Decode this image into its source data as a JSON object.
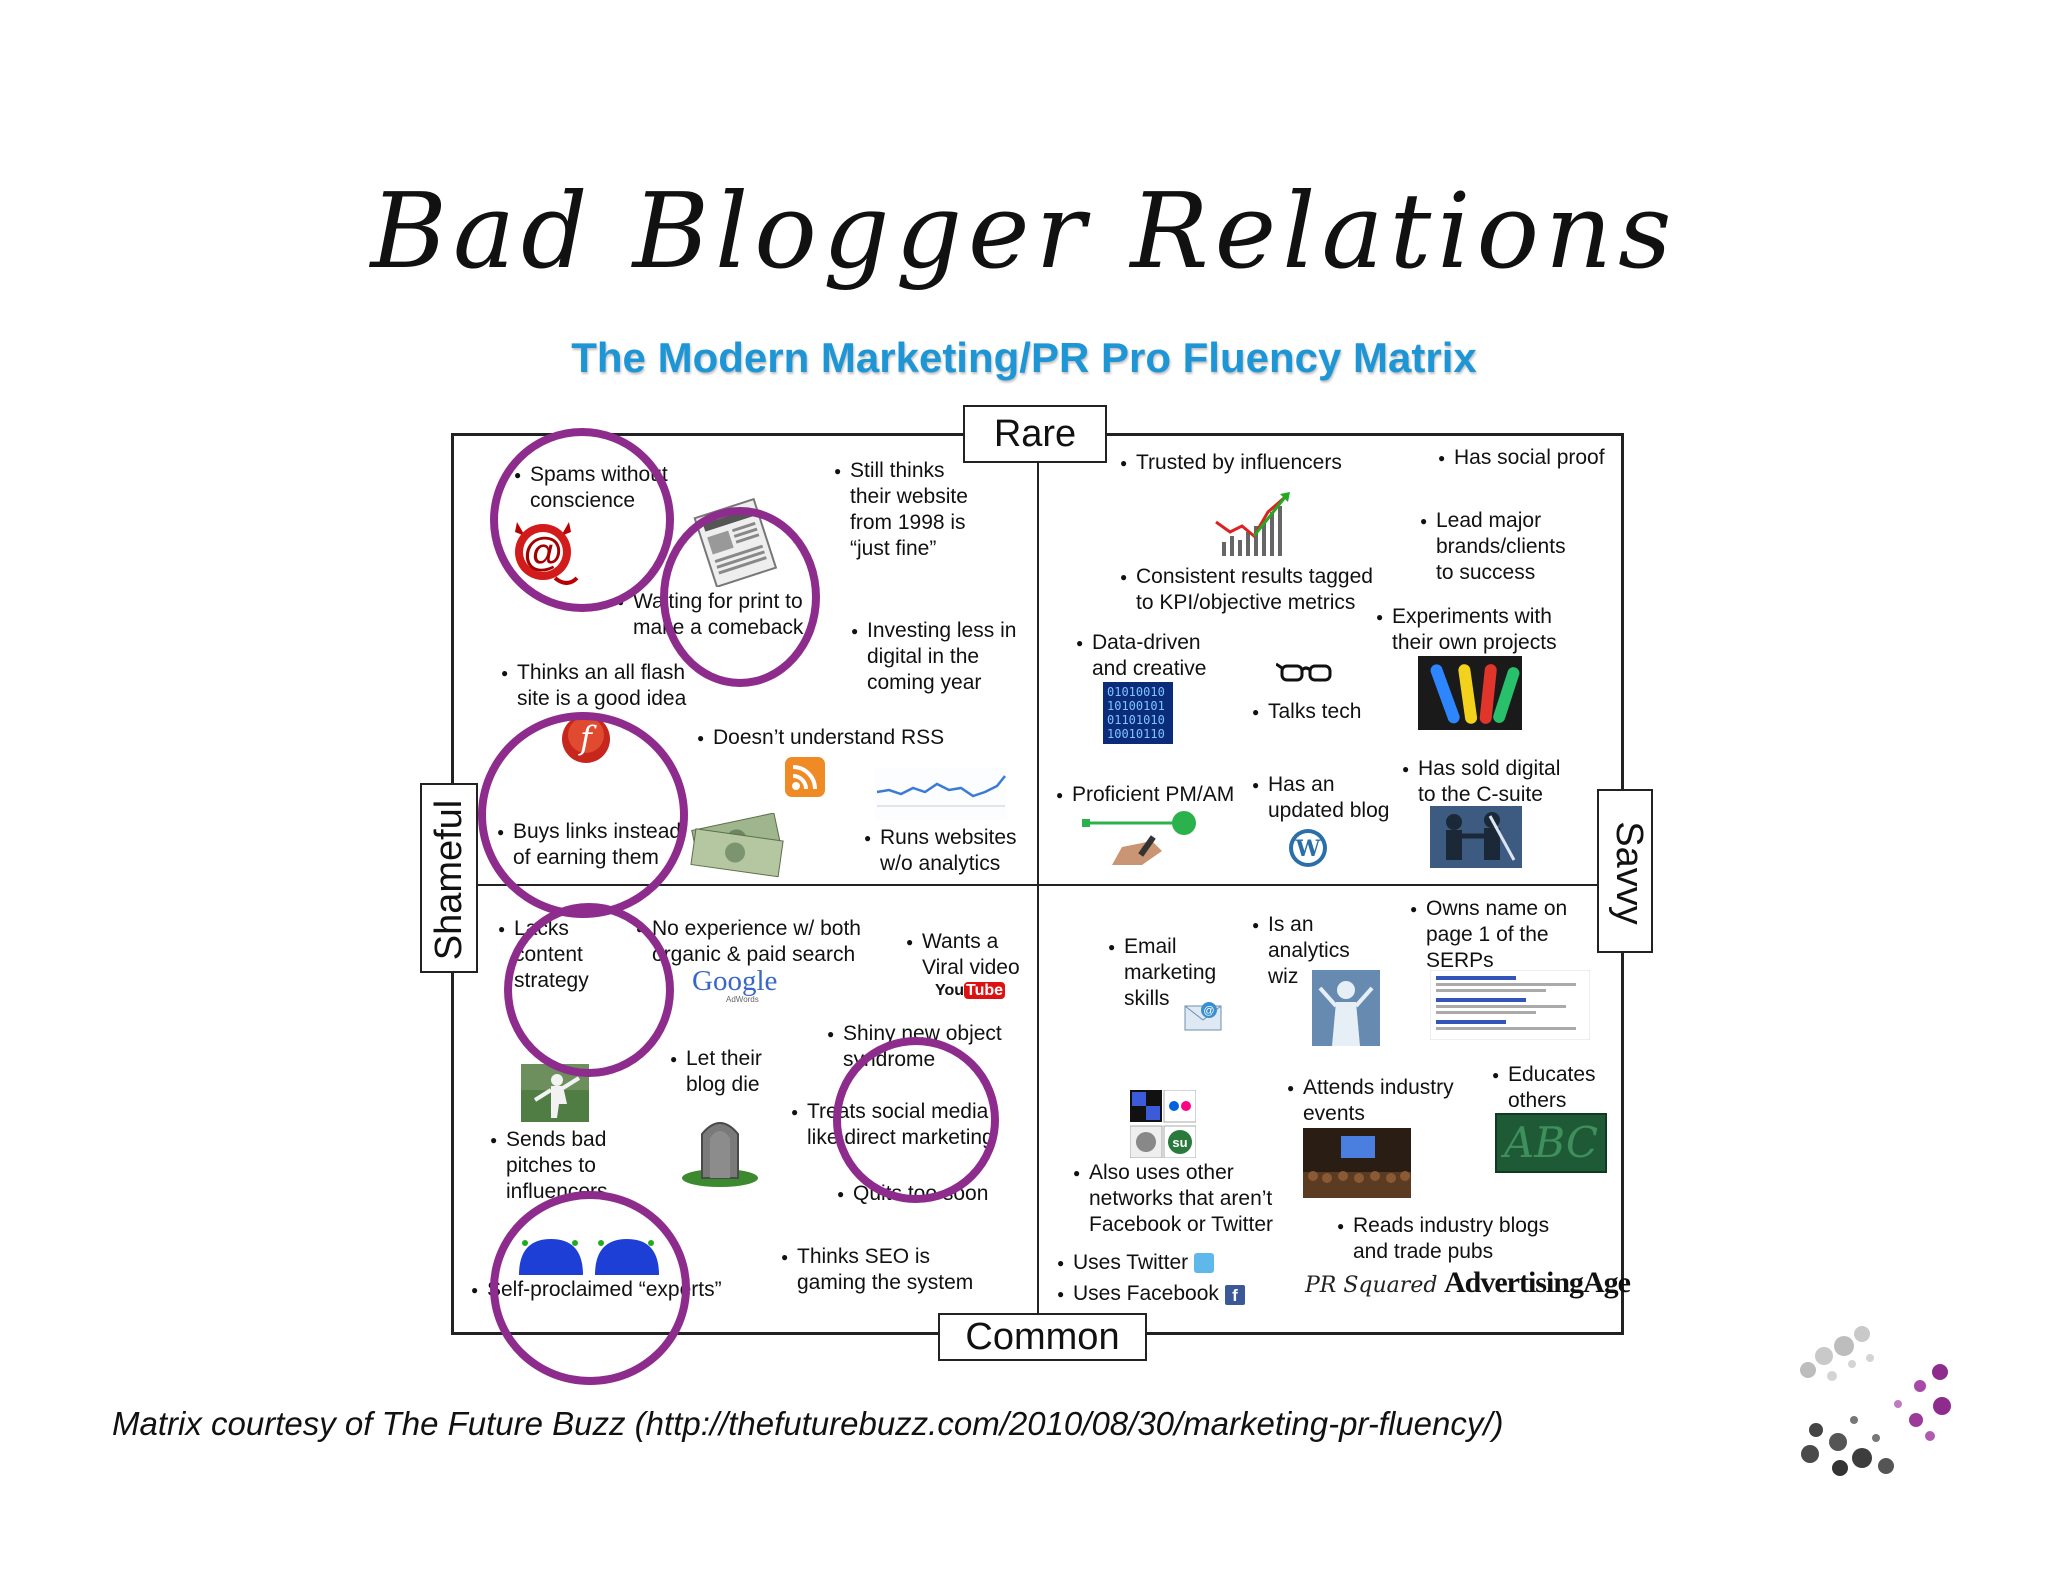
{
  "slide": {
    "title": "Bad Blogger Relations",
    "subtitle": "The Modern Marketing/PR Pro Fluency Matrix",
    "credit": "Matrix  courtesy of The Future Buzz (http://thefuturebuzz.com/2010/08/30/marketing-pr-fluency/)"
  },
  "axes": {
    "top": "Rare",
    "bottom": "Common",
    "left": "Shameful",
    "right": "Savvy"
  },
  "quadrants": {
    "rare_shameful": [
      "Spams without\nconscience",
      "Still thinks\ntheir website\nfrom 1998 is\n“just fine”",
      "Waiting for print to\nmake a comeback",
      "Investing less in\ndigital in the\ncoming year",
      "Thinks an all flash\nsite is a good idea",
      "Doesn’t understand RSS",
      "Buys links instead\nof earning them",
      "Runs websites\nw/o analytics"
    ],
    "rare_savvy": [
      "Trusted by influencers",
      "Has social proof",
      "Lead major\nbrands/clients\nto success",
      "Consistent results tagged\nto KPI/objective metrics",
      "Experiments with\ntheir own projects",
      "Data-driven\nand creative",
      "Talks tech",
      "Has sold digital\nto the C-suite",
      "Proficient PM/AM",
      "Has an\nupdated blog"
    ],
    "common_shameful": [
      "Lacks\ncontent\nstrategy",
      "No experience w/ both\norganic & paid search",
      "Wants a\nViral video",
      "Shiny new object\nsyndrome",
      "Let their\nblog die",
      "Treats social media\nlike direct marketing",
      "Sends bad\npitches to\ninfluencers",
      "Quits too soon",
      "Thinks SEO is\ngaming the system",
      "Self-proclaimed “experts”"
    ],
    "common_savvy": [
      "Email\nmarketing\nskills",
      "Is an\nanalytics\nwiz",
      "Owns name on\npage 1 of the\nSERPs",
      "Attends industry\nevents",
      "Educates\nothers",
      "Also uses other\nnetworks that aren’t\nFacebook or Twitter",
      "Reads industry blogs\nand trade pubs",
      "Uses Twitter",
      "Uses Facebook"
    ]
  },
  "logos": {
    "google": "Google",
    "adwords": "AdWords",
    "youtube_you": "You",
    "youtube_tube": "Tube",
    "chalkboard": "ABC",
    "advertising_age": "AdvertisingAge",
    "pr_squared": "PR Squared"
  },
  "colors": {
    "subtitle_blue": "#1e96d6",
    "circle_purple": "#8e2c8e"
  }
}
